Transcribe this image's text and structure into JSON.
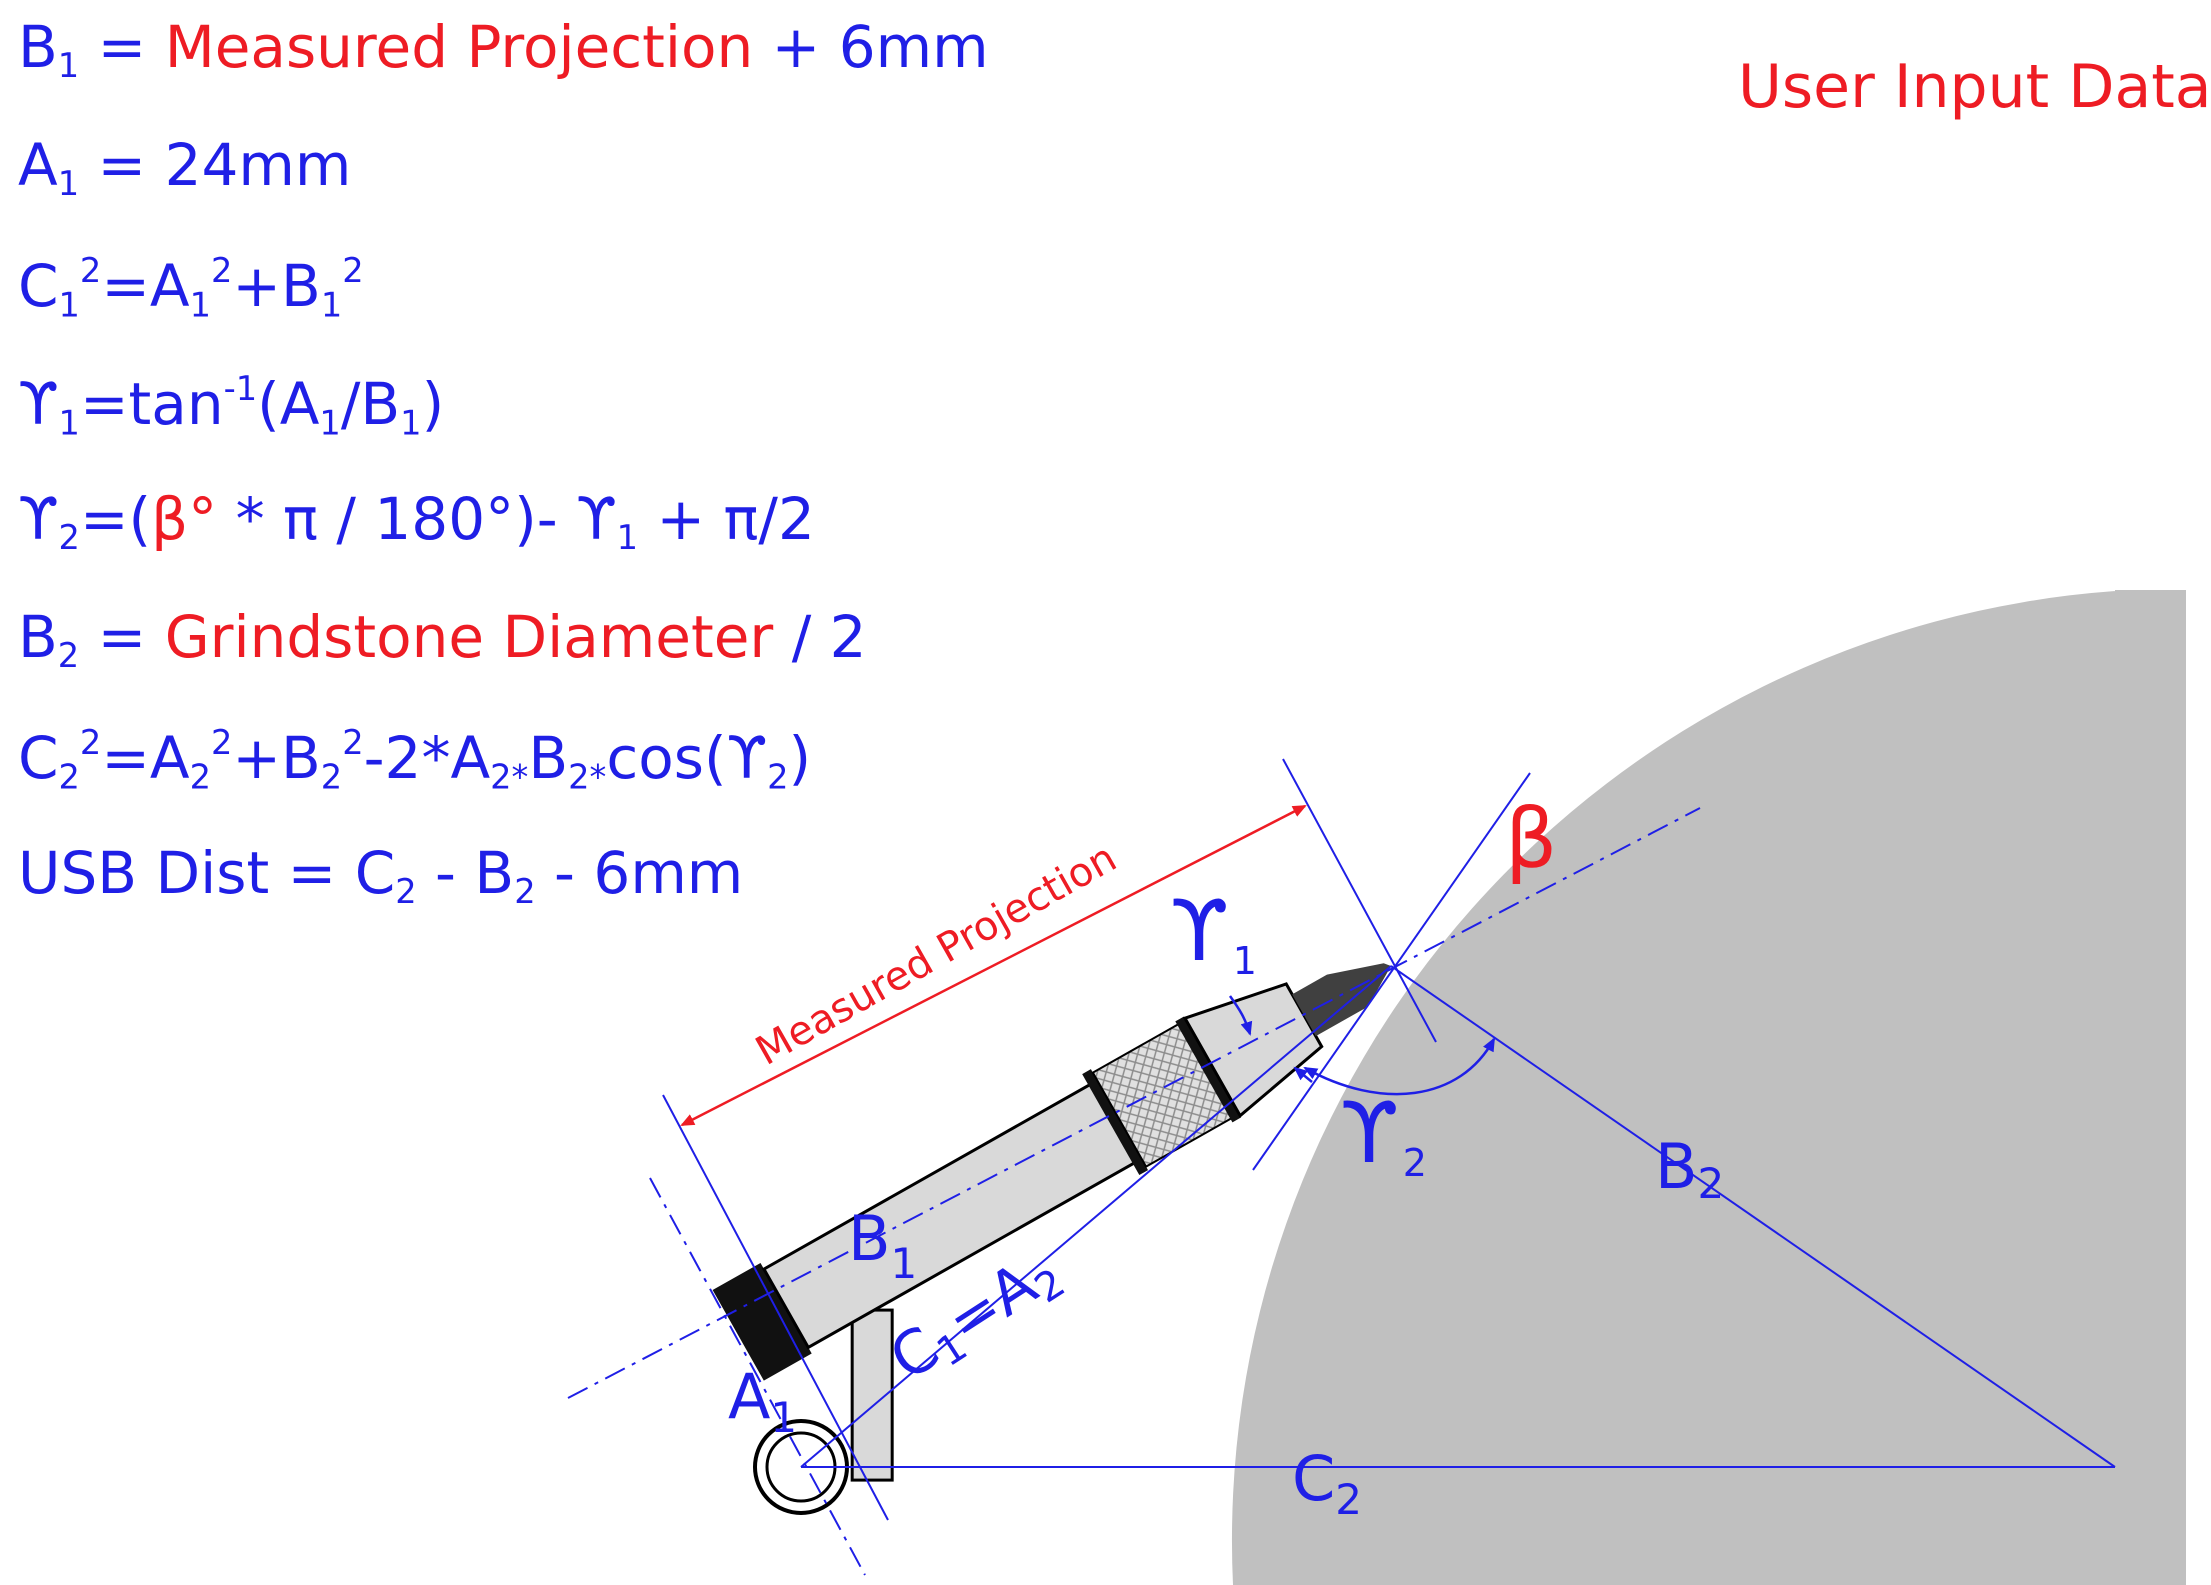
{
  "legend": "User Input Data",
  "formulas": {
    "b1": {
      "lhs": "B",
      "lhs_sub": "1",
      "eq": " = ",
      "input": "Measured Projection",
      "rest": " + 6mm"
    },
    "a1": {
      "lhs": "A",
      "lhs_sub": "1",
      "eq": " = 24mm"
    },
    "c1": {
      "c": "C",
      "c_sub": "1",
      "c_sup": "2",
      "eq": "=",
      "a": "A",
      "a_sub": "1",
      "a_sup": "2",
      "plus": "+",
      "b": "B",
      "b_sub": "1",
      "b_sup": "2"
    },
    "g1": {
      "g": "ϒ",
      "g_sub": "1",
      "eq": "=tan",
      "sup": "-1",
      "open": "(A",
      "a_sub": "1",
      "slash": "/B",
      "b_sub": "1",
      "close": ")"
    },
    "g2": {
      "g": "ϒ",
      "g_sub": "2",
      "open": "=(",
      "beta": "β°",
      "mid": " * π / 180°)- ϒ",
      "g1_sub": "1",
      "tail": " + π/2"
    },
    "b2": {
      "lhs": "B",
      "lhs_sub": "2",
      "eq": " = ",
      "input": "Grindstone Diameter",
      "rest": " / 2"
    },
    "c2": {
      "c": "C",
      "c_sub": "2",
      "c_sup": "2",
      "eq": "=A",
      "a_sub": "2",
      "a_sup": "2",
      "plus": "+B",
      "b_sub": "2",
      "b_sup": "2",
      "tail1": "-2*A",
      "t_a_sub": "2*",
      "tail2": "B",
      "t_b_sub": "2*",
      "tail3": "cos(ϒ",
      "cos_sub": "2",
      "close": ")"
    },
    "usb": {
      "lhs": "USB Dist = C",
      "c_sub": "2",
      "mid": " - B",
      "b_sub": "2",
      "rest": " - 6mm"
    }
  },
  "diagram": {
    "measured_projection": "Measured Projection",
    "beta": "β",
    "gamma": "ϒ",
    "sub_1": "1",
    "sub_2": "2",
    "b": "B",
    "c": "C",
    "a": "A",
    "eq": "=",
    "a2": "A"
  },
  "colors": {
    "blue": "#1f1fe6",
    "red": "#ee1c24",
    "grindstone": "#c0c0c0",
    "tool": "#d9d9d9"
  }
}
